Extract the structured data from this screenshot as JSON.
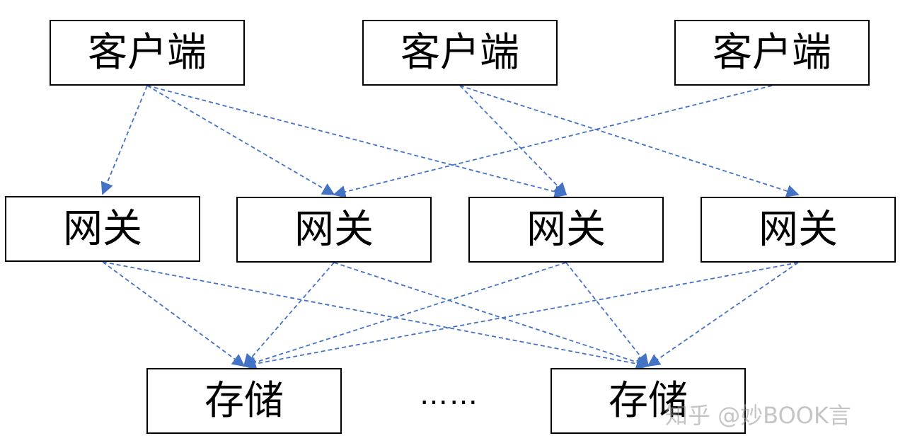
{
  "clients": [
    {
      "label": "客户端"
    },
    {
      "label": "客户端"
    },
    {
      "label": "客户端"
    }
  ],
  "gateways": [
    {
      "label": "网关"
    },
    {
      "label": "网关"
    },
    {
      "label": "网关"
    },
    {
      "label": "网关"
    }
  ],
  "storage": [
    {
      "label": "存储"
    },
    {
      "label": "存储"
    }
  ],
  "ellipsis": "……",
  "watermark": "知乎 @妙BOOK言",
  "edges": [
    [
      "client-1",
      "gateway-1"
    ],
    [
      "client-1",
      "gateway-2"
    ],
    [
      "client-1",
      "gateway-3"
    ],
    [
      "client-2",
      "gateway-3"
    ],
    [
      "client-2",
      "gateway-4"
    ],
    [
      "client-3",
      "gateway-2"
    ],
    [
      "gateway-1",
      "storage-1"
    ],
    [
      "gateway-1",
      "storage-2"
    ],
    [
      "gateway-2",
      "storage-1"
    ],
    [
      "gateway-2",
      "storage-2"
    ],
    [
      "gateway-3",
      "storage-1"
    ],
    [
      "gateway-3",
      "storage-2"
    ],
    [
      "gateway-4",
      "storage-1"
    ],
    [
      "gateway-4",
      "storage-2"
    ]
  ],
  "colors": {
    "edge": "#4472C4",
    "box_border": "#000000",
    "text": "#000000"
  }
}
